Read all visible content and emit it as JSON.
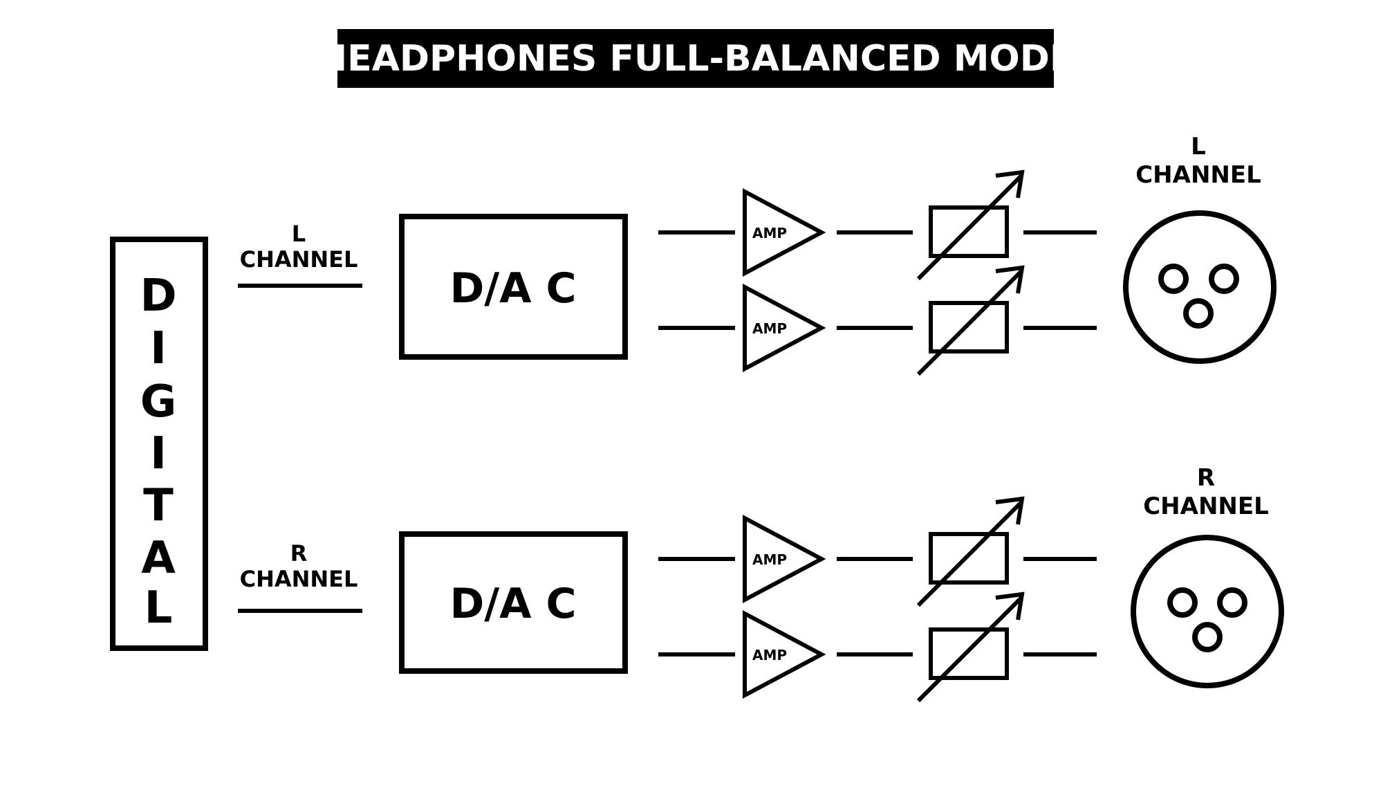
{
  "title": "HEADPHONES FULL-BALANCED MODE",
  "digital": {
    "letters": [
      "D",
      "I",
      "G",
      "I",
      "T",
      "A",
      "L"
    ]
  },
  "inputs": {
    "left": {
      "line1": "L",
      "line2": "CHANNEL"
    },
    "right": {
      "line1": "R",
      "line2": "CHANNEL"
    }
  },
  "dac": {
    "left_label": "D/A C",
    "right_label": "D/A C"
  },
  "amp_label": "AMP",
  "outputs": {
    "left": {
      "line1": "L",
      "line2": "CHANNEL"
    },
    "right": {
      "line1": "R",
      "line2": "CHANNEL"
    }
  },
  "colors": {
    "foreground": "#000000",
    "background": "#ffffff",
    "title_text": "#ffffff"
  }
}
